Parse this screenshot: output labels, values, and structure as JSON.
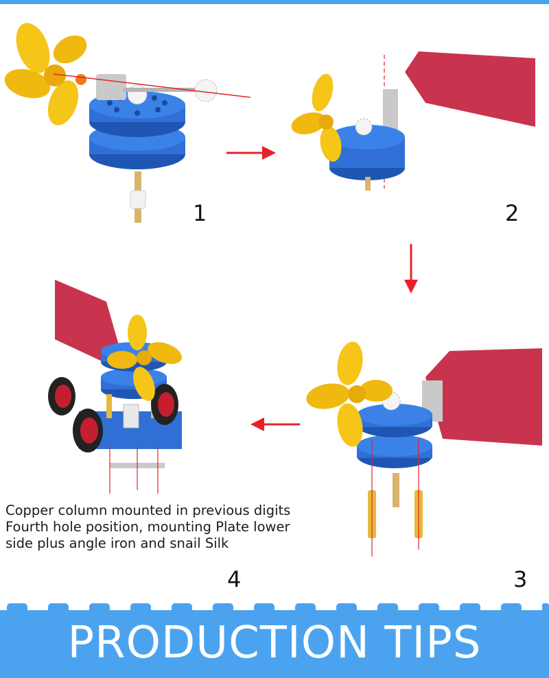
{
  "steps": [
    {
      "number": "1"
    },
    {
      "number": "2"
    },
    {
      "number": "3"
    },
    {
      "number": "4"
    }
  ],
  "description_lines": [
    "Copper column mounted in previous digits",
    "Fourth hole position, mounting Plate lower",
    "side plus angle iron and snail Silk"
  ],
  "banner_title": "PRODUCTION TIPS",
  "colors": {
    "banner": "#4ba3ef",
    "arrow": "#e8202a",
    "fan": "#f5c518",
    "disc": "#2f6fd6",
    "flag": "#c8344e",
    "wheel": "#c51f2f"
  },
  "icons": [
    "fan-blade-icon",
    "gear-icon",
    "wind-vane-icon",
    "wheel-icon"
  ]
}
